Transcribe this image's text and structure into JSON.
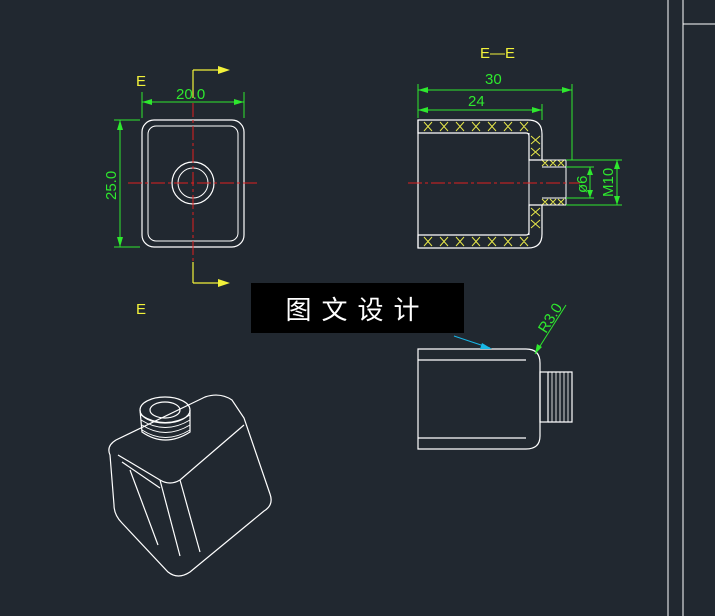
{
  "drawing": {
    "front_view": {
      "section_label_top": "E",
      "section_label_bottom": "E",
      "width_dim": "20.0",
      "height_dim": "25.0"
    },
    "section_view": {
      "title": "E—E",
      "overall_dim": "30",
      "body_dim": "24",
      "bore_dim": "ø6",
      "thread_dim": "M10"
    },
    "side_view": {
      "radius_dim": "R3.0"
    },
    "watermark": "图文设计"
  },
  "colors": {
    "background": "#212830",
    "outline": "#ffffff",
    "dimension": "#2ee82e",
    "section_arrow": "#f2f23a",
    "center_line": "#e02020",
    "leader": "#19b7e6",
    "hatch": "#e6e64a"
  }
}
